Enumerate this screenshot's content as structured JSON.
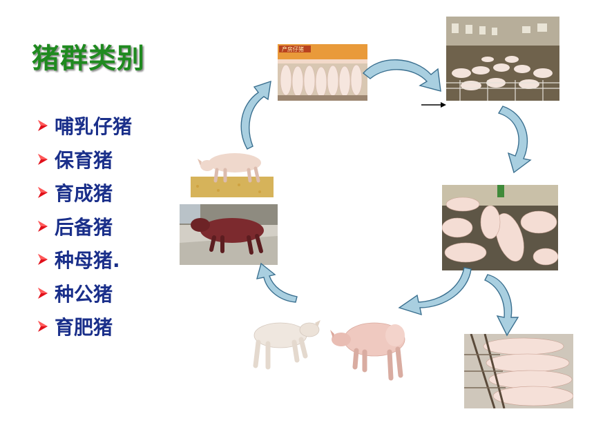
{
  "title": "猪群类别",
  "categories": [
    "哺乳仔猪",
    "保育猪",
    "育成猪",
    "后备猪",
    "种母猪.",
    "种公猪",
    "育肥猪"
  ],
  "photo_sign_text": "产房仔猪",
  "colors": {
    "title": "#1f8a1f",
    "list_text": "#1a2f8a",
    "bullet": "#e0101a",
    "arrow_fill": "#a9cfe0",
    "arrow_stroke": "#3a6f8f"
  }
}
